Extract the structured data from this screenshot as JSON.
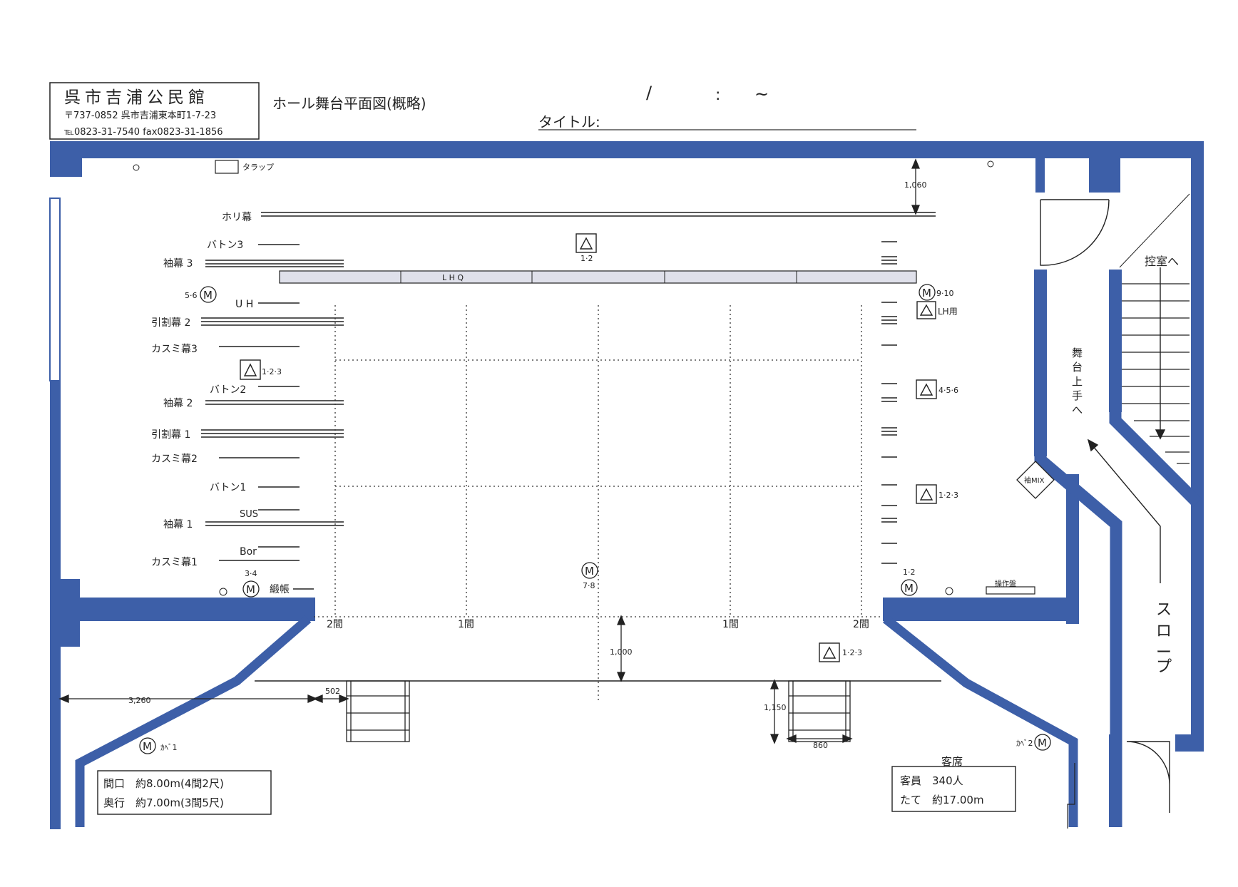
{
  "header": {
    "org_name": "呉市吉浦公民館",
    "address": "〒737-0852 呉市吉浦東本町1-7-23",
    "contact": "℡0823-31-7540 fax0823-31-1856",
    "title": "ホール舞台平面図(概略)",
    "date_slash": "/",
    "time_colon": ":",
    "range_tilde": "~",
    "title_field_label": "タイトル:"
  },
  "colors": {
    "wall": "#3d5fa8",
    "grid_line": "#333333",
    "lhq_fill": "#dfe0ea"
  },
  "stage_labels": {
    "horizon": "ホリ幕",
    "batten3": "バトン3",
    "sode3": "袖幕 3",
    "uh": "U H",
    "hikiwari2": "引割幕 2",
    "kasumi3": "カスミ幕3",
    "batten2": "バトン2",
    "sode2": "袖幕 2",
    "hikiwari1": "引割幕 1",
    "kasumi2": "カスミ幕2",
    "batten1": "バトン1",
    "sus": "SUS",
    "sode1": "袖幕 1",
    "bor": "Bor",
    "kasumi1": "カスミ幕1",
    "donchou": "緞帳",
    "lhq": "L H Q",
    "tarappu": "タラップ"
  },
  "outlets": {
    "m_label": "M",
    "m56": "5·6",
    "m910": "9·10",
    "m34": "3·4",
    "m78": "7·8",
    "m12": "1·2",
    "kabe1": "ｶﾍﾞ1",
    "kabe2": "ｶﾍﾞ2",
    "t12_top": "1·2",
    "lh_use": "LH用",
    "t123_left": "1·2·3",
    "t456": "4·5·6",
    "t123_right": "1·2·3",
    "t123_front": "1·2·3",
    "kamimix": "袖MIX",
    "console": "操作盤"
  },
  "grid_labels": {
    "left2": "2間",
    "left1": "1間",
    "right1": "1間",
    "right2": "2間"
  },
  "dimensions": {
    "d1060": "1,060",
    "d1000": "1,000",
    "d3260": "3,260",
    "d502": "502",
    "d1150": "1,150",
    "d860": "860"
  },
  "right_area": {
    "hikaeshitsu": "控室へ",
    "butai_kamite": [
      "舞",
      "台",
      "上",
      "手",
      "へ"
    ],
    "slope": [
      "ス",
      "ロ",
      "ー",
      "プ"
    ],
    "audience": "客席"
  },
  "info_left": {
    "line1": "間口　約8.00m(4間2尺)",
    "line2": "奥行　約7.00m(3間5尺)"
  },
  "info_right": {
    "line1": "客員　340人",
    "line2": "たて　約17.00m"
  }
}
